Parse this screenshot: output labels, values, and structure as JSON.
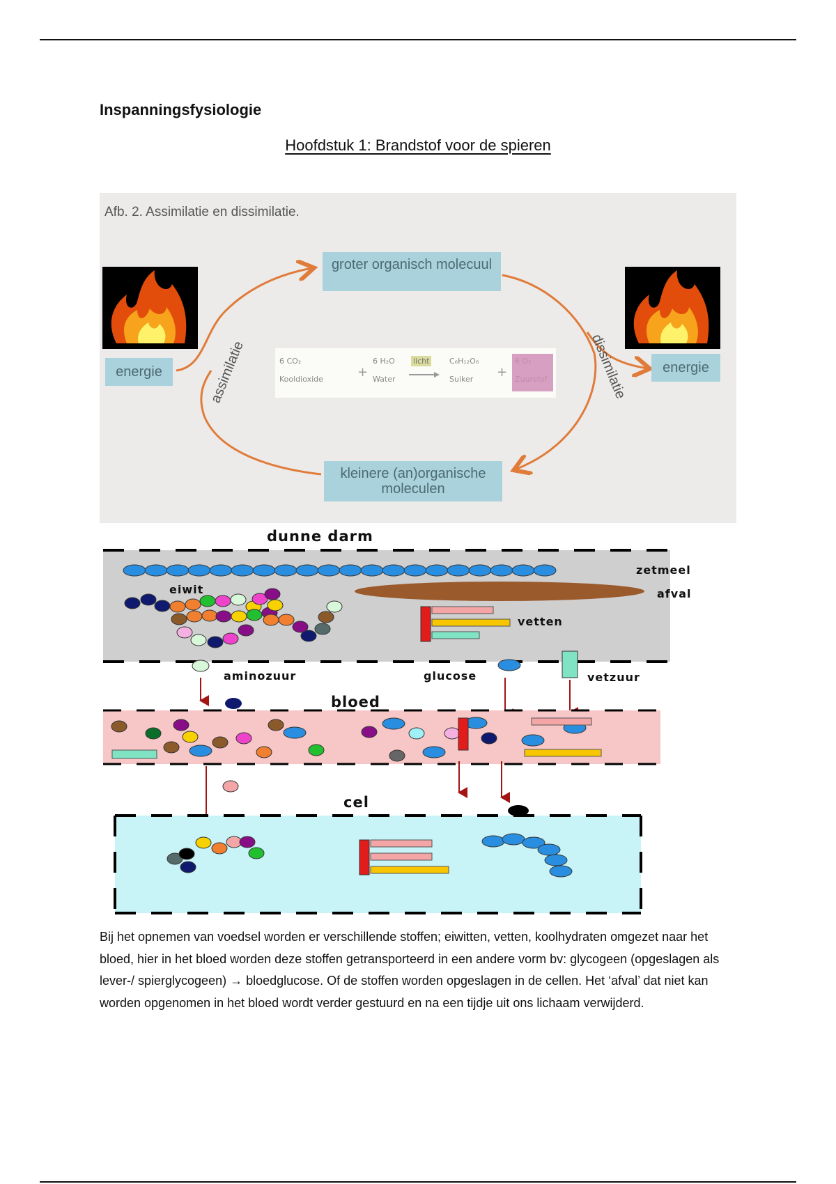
{
  "page": {
    "title": "Inspanningsfysiologie",
    "subtitle": "Hoofdstuk 1: Brandstof voor de spieren"
  },
  "figure1": {
    "caption": "Afb. 2. Assimilatie en dissimilatie.",
    "top_box": "groter organisch molecuul",
    "bottom_box": "kleinere (an)organische moleculen",
    "energy_left": "energie",
    "energy_right": "energie",
    "arc_left": "assimilatie",
    "arc_right": "dissimilatie",
    "equation": {
      "co2": "6 CO₂",
      "co2_label": "Kooldioxide",
      "plus": "+",
      "h2o": "6 H₂O",
      "h2o_label": "Water",
      "licht": "licht",
      "sugar": "C₆H₁₂O₆",
      "sugar_label": "Suiker",
      "o2": "6 O₂",
      "o2_label": "Zuurstof"
    }
  },
  "figure2": {
    "small_intestine": "dunne darm",
    "starch": "zetmeel",
    "protein": "eiwit",
    "waste": "afval",
    "fats": "vetten",
    "amino_acid": "aminozuur",
    "glucose": "glucose",
    "fatty_acid": "vetzuur",
    "blood": "bloed",
    "cell": "cel"
  },
  "body_text": "Bij het opnemen van voedsel worden er verschillende stoffen; eiwitten, vetten, koolhydraten omgezet naar het bloed, hier in het bloed worden deze stoffen getransporteerd in een andere vorm bv: glycogeen (opgeslagen als lever-/ spierglycogeen) → bloedglucose. Of de stoffen worden opgeslagen in de cellen. Het ‘afval’ dat niet kan worden opgenomen in het bloed wordt verder gestuurd en na een tijdje uit ons lichaam verwijderd.",
  "colors": {
    "teal_box": "#a9d2dc",
    "arrow_orange": "#e07b3a",
    "intestine_gray": "#cfcfcf",
    "blood_pink": "#f7c6c6",
    "cell_cyan": "#c8f4f7",
    "starch_blue": "#2a8ee0",
    "arrow_red": "#a31515"
  }
}
